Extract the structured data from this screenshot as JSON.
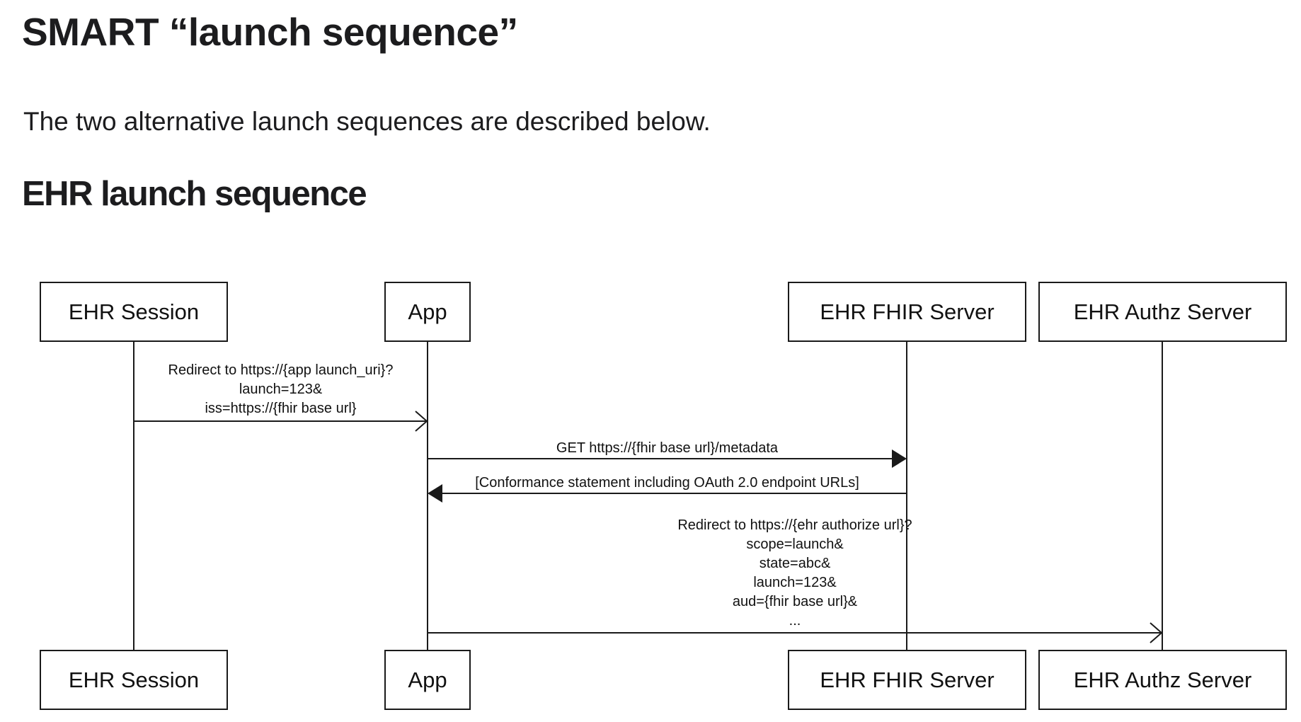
{
  "page": {
    "title": "SMART “launch sequence”",
    "intro": "The two alternative launch sequences are described below.",
    "section_heading": "EHR launch sequence"
  },
  "diagram": {
    "participants": [
      {
        "id": "ehr-session",
        "label": "EHR Session"
      },
      {
        "id": "app",
        "label": "App"
      },
      {
        "id": "ehr-fhir-server",
        "label": "EHR FHIR Server"
      },
      {
        "id": "ehr-authz-server",
        "label": "EHR Authz Server"
      }
    ],
    "messages": [
      {
        "from": "EHR Session",
        "to": "App",
        "arrowhead": "open",
        "text": "Redirect to https://{app launch_uri}?\nlaunch=123&\niss=https://{fhir base url}"
      },
      {
        "from": "App",
        "to": "EHR FHIR Server",
        "arrowhead": "filled",
        "text": "GET https://{fhir base url}/metadata"
      },
      {
        "from": "EHR FHIR Server",
        "to": "App",
        "arrowhead": "filled",
        "text": "[Conformance statement including OAuth 2.0 endpoint URLs]"
      },
      {
        "from": "App",
        "to": "EHR Authz Server",
        "arrowhead": "open",
        "text": "Redirect to https://{ehr authorize url}?\nscope=launch&\nstate=abc&\nlaunch=123&\naud={fhir base url}&\n..."
      }
    ],
    "colors": {
      "line": "#1a1a1a",
      "text": "#111111",
      "box_border": "#1a1a1a",
      "box_background": "#ffffff"
    }
  }
}
